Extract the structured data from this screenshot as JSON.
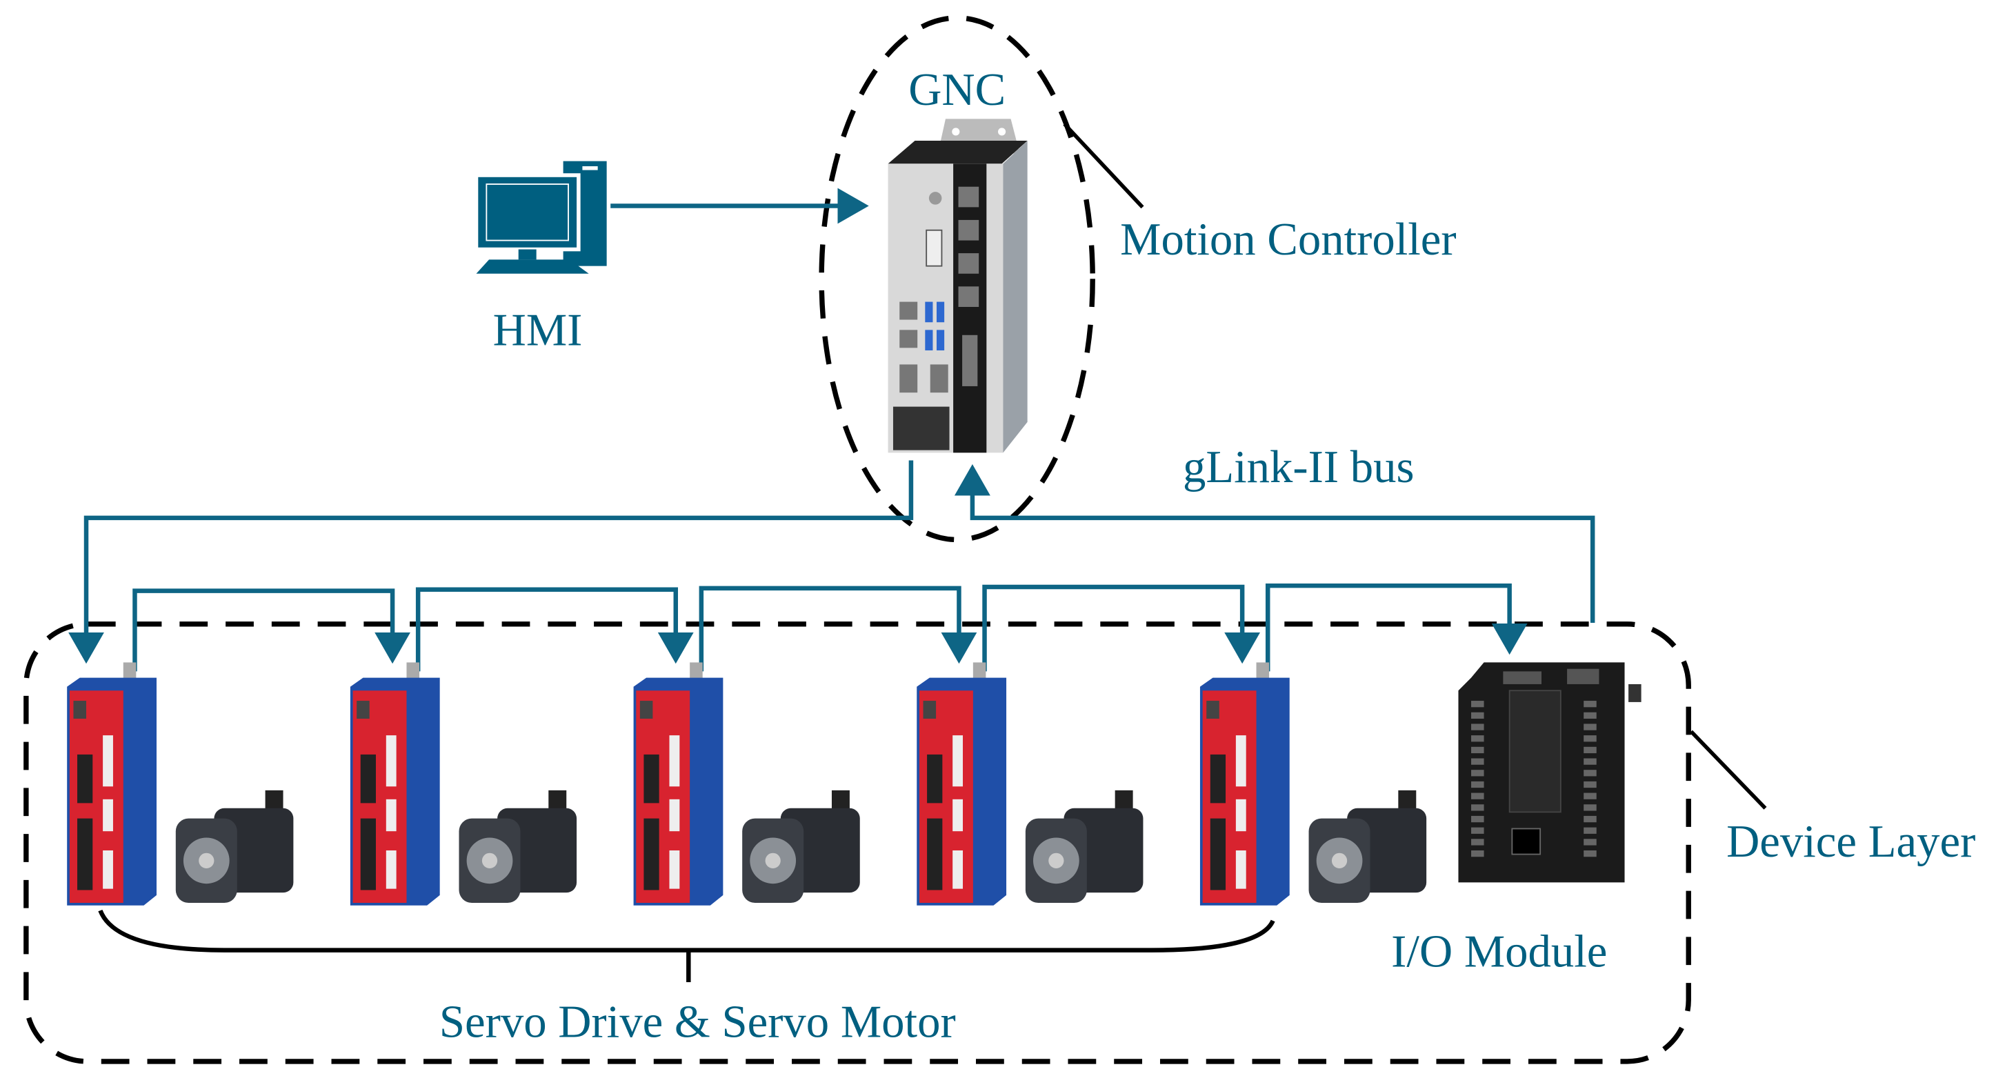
{
  "labels": {
    "gnc": "GNC",
    "motion_controller": "Motion Controller",
    "hmi": "HMI",
    "bus": "gLink-II bus",
    "device_layer": "Device Layer",
    "io_module": "I/O Module",
    "servo": "Servo Drive & Servo Motor"
  },
  "servo_units": 5,
  "colors": {
    "accent": "#005f80",
    "drive_red": "#d8232f",
    "drive_blue": "#1f4fa8"
  }
}
